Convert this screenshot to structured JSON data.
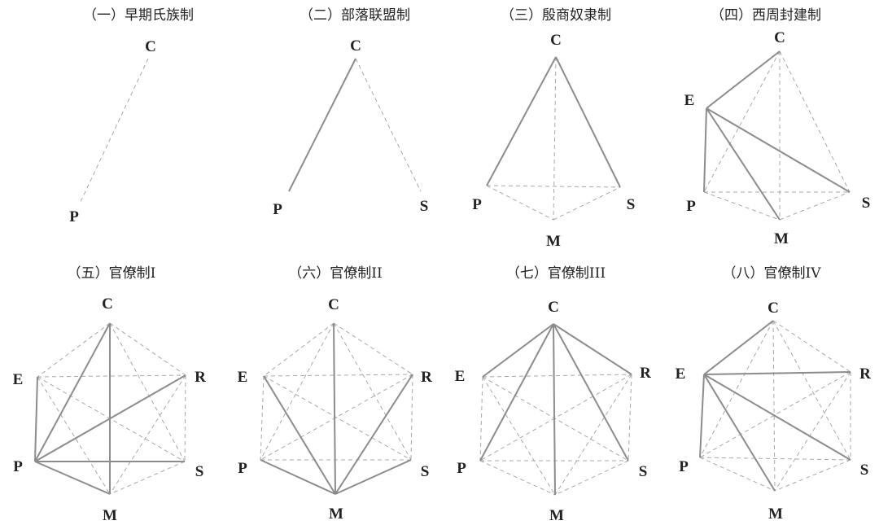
{
  "panels": [
    {
      "title": "（一）早期氏族制",
      "nodes": [
        "C",
        "P"
      ],
      "solid": [],
      "dashed": [
        [
          "C",
          "P"
        ]
      ]
    },
    {
      "title": "（二）部落联盟制",
      "nodes": [
        "C",
        "P",
        "S"
      ],
      "solid": [
        [
          "C",
          "P"
        ]
      ],
      "dashed": [
        [
          "C",
          "S"
        ]
      ]
    },
    {
      "title": "（三）殷商奴隶制",
      "nodes": [
        "C",
        "P",
        "S",
        "M"
      ],
      "solid": [
        [
          "C",
          "P"
        ],
        [
          "C",
          "S"
        ]
      ],
      "dashed": [
        [
          "C",
          "M"
        ],
        [
          "P",
          "S"
        ],
        [
          "P",
          "M"
        ],
        [
          "M",
          "S"
        ]
      ]
    },
    {
      "title": "（四）西周封建制",
      "nodes": [
        "C",
        "E",
        "P",
        "S",
        "M"
      ],
      "solid": [
        [
          "E",
          "C"
        ],
        [
          "E",
          "P"
        ],
        [
          "E",
          "M"
        ],
        [
          "E",
          "S"
        ]
      ],
      "dashed": [
        [
          "C",
          "P"
        ],
        [
          "C",
          "M"
        ],
        [
          "C",
          "S"
        ],
        [
          "P",
          "S"
        ],
        [
          "P",
          "M"
        ],
        [
          "M",
          "S"
        ]
      ]
    },
    {
      "title": "（五）官僚制I",
      "nodes": [
        "C",
        "E",
        "R",
        "P",
        "S",
        "M"
      ],
      "solid": [
        [
          "P",
          "C"
        ],
        [
          "P",
          "R"
        ],
        [
          "P",
          "S"
        ],
        [
          "P",
          "M"
        ],
        [
          "C",
          "M"
        ],
        [
          "E",
          "P"
        ]
      ],
      "dashed": [
        [
          "C",
          "E"
        ],
        [
          "C",
          "R"
        ],
        [
          "E",
          "R"
        ],
        [
          "E",
          "S"
        ],
        [
          "E",
          "M"
        ],
        [
          "C",
          "S"
        ],
        [
          "R",
          "S"
        ],
        [
          "R",
          "M"
        ],
        [
          "S",
          "M"
        ]
      ]
    },
    {
      "title": "（六）官僚制II",
      "nodes": [
        "C",
        "E",
        "R",
        "P",
        "S",
        "M"
      ],
      "solid": [
        [
          "C",
          "M"
        ],
        [
          "E",
          "M"
        ],
        [
          "R",
          "M"
        ],
        [
          "P",
          "M"
        ],
        [
          "S",
          "M"
        ]
      ],
      "dashed": [
        [
          "C",
          "E"
        ],
        [
          "C",
          "R"
        ],
        [
          "C",
          "P"
        ],
        [
          "C",
          "S"
        ],
        [
          "E",
          "R"
        ],
        [
          "E",
          "P"
        ],
        [
          "E",
          "S"
        ],
        [
          "R",
          "P"
        ],
        [
          "R",
          "S"
        ],
        [
          "P",
          "S"
        ]
      ]
    },
    {
      "title": "（七）官僚制III",
      "nodes": [
        "C",
        "E",
        "R",
        "P",
        "S",
        "M"
      ],
      "solid": [
        [
          "C",
          "E"
        ],
        [
          "C",
          "P"
        ],
        [
          "C",
          "M"
        ],
        [
          "C",
          "S"
        ],
        [
          "C",
          "R"
        ]
      ],
      "dashed": [
        [
          "E",
          "R"
        ],
        [
          "E",
          "P"
        ],
        [
          "E",
          "S"
        ],
        [
          "E",
          "M"
        ],
        [
          "R",
          "P"
        ],
        [
          "R",
          "S"
        ],
        [
          "R",
          "M"
        ],
        [
          "P",
          "S"
        ],
        [
          "P",
          "M"
        ],
        [
          "S",
          "M"
        ]
      ]
    },
    {
      "title": "（八）官僚制IV",
      "nodes": [
        "C",
        "E",
        "R",
        "P",
        "S",
        "M"
      ],
      "solid": [
        [
          "E",
          "C"
        ],
        [
          "E",
          "R"
        ],
        [
          "E",
          "P"
        ],
        [
          "E",
          "M"
        ],
        [
          "E",
          "S"
        ]
      ],
      "dashed": [
        [
          "C",
          "R"
        ],
        [
          "C",
          "P"
        ],
        [
          "C",
          "S"
        ],
        [
          "C",
          "M"
        ],
        [
          "R",
          "P"
        ],
        [
          "R",
          "S"
        ],
        [
          "R",
          "M"
        ],
        [
          "P",
          "S"
        ],
        [
          "P",
          "M"
        ],
        [
          "S",
          "M"
        ]
      ]
    }
  ],
  "colors": {
    "solid": "#8c8c8c",
    "dashed": "#a8a8a8",
    "text": "#222222"
  }
}
